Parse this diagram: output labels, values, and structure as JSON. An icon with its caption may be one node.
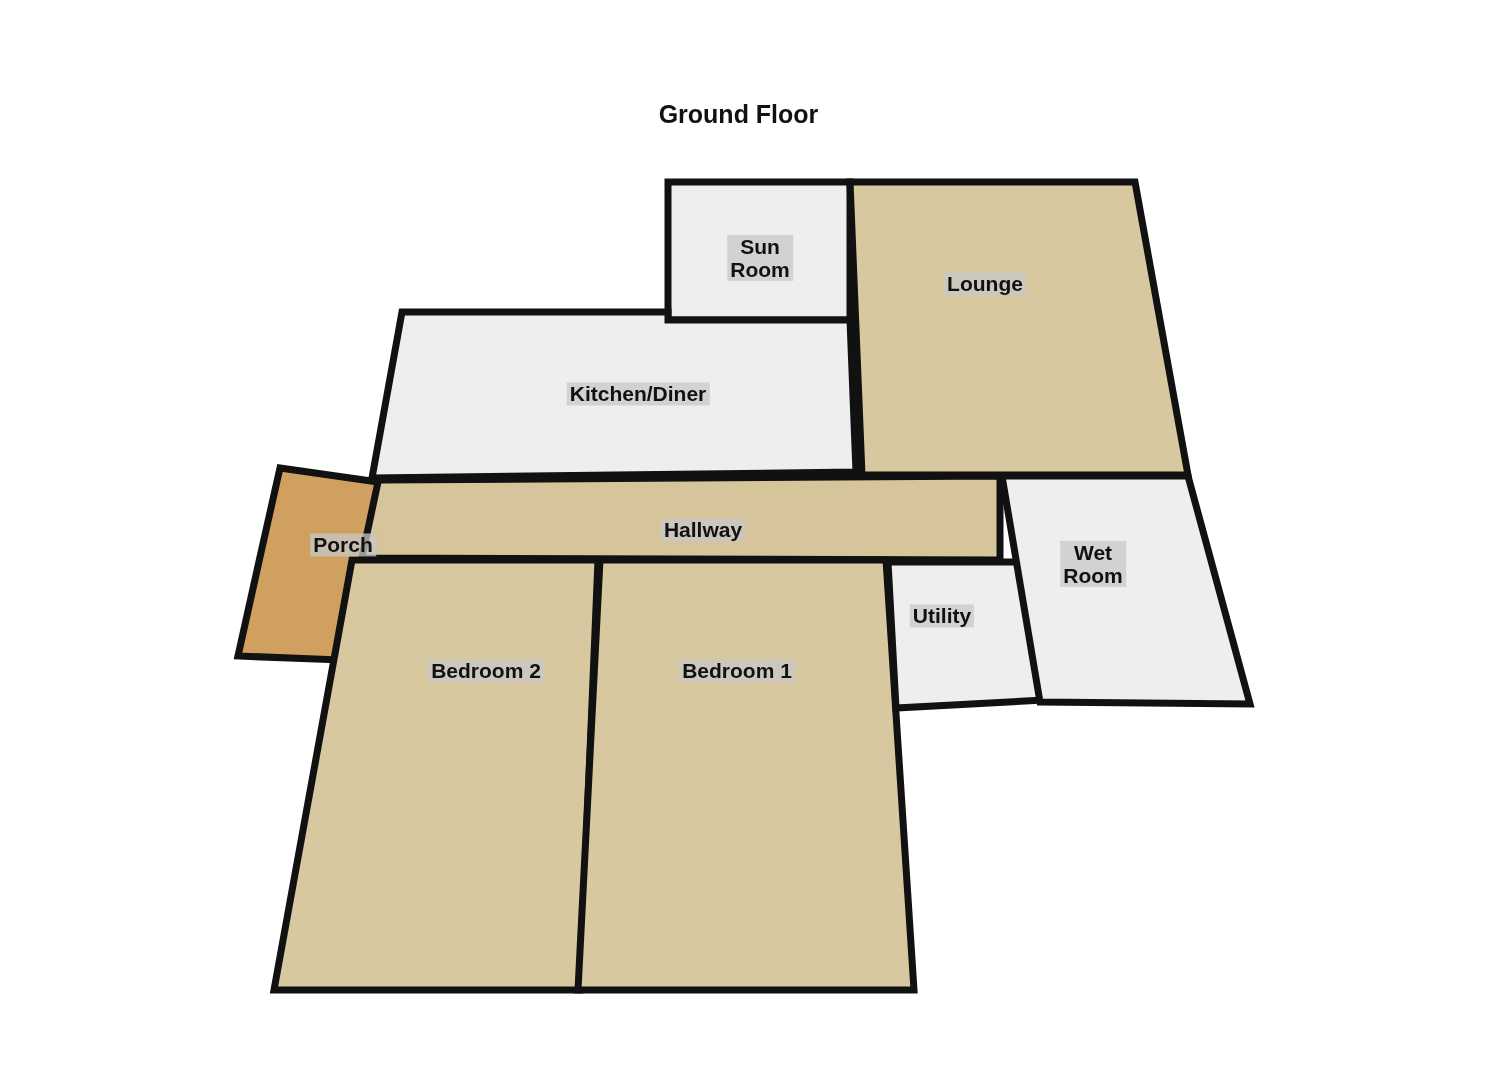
{
  "diagram": {
    "title": "Ground Floor",
    "nodes": [
      {
        "text": [
          "Sun Room"
        ]
      },
      {
        "text": [
          "Lounge"
        ]
      },
      {
        "text": [
          "Kitchen/Diner"
        ]
      },
      {
        "text": [
          "Hallway"
        ]
      },
      {
        "text": [
          "Porch"
        ]
      },
      {
        "text": [
          "Bedroom 2"
        ]
      },
      {
        "text": [
          "Bedroom 1"
        ]
      },
      {
        "text": [
          "Utility"
        ]
      },
      {
        "text": [
          "Wet Room"
        ]
      }
    ]
  }
}
